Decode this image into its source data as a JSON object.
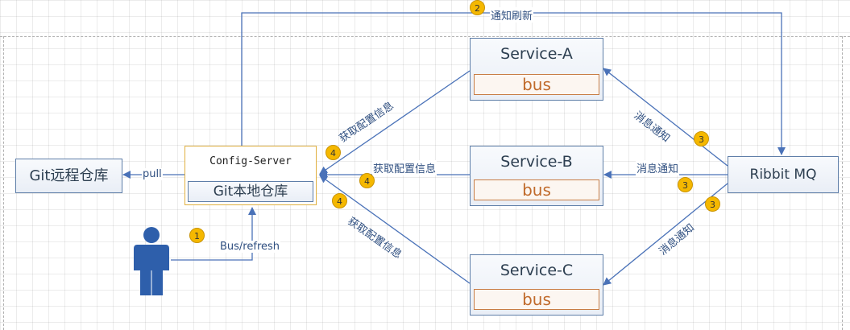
{
  "nodes": {
    "git_remote": "Git远程仓库",
    "config_server": "Config-Server",
    "git_local": "Git本地仓库",
    "service_a": "Service-A",
    "service_b": "Service-B",
    "service_c": "Service-C",
    "bus": "bus",
    "mq": "Ribbit MQ"
  },
  "edges": {
    "pull": "pull",
    "refresh": "Bus/refresh",
    "notify_refresh": "通知刷新",
    "fetch_config": "获取配置信息",
    "message_notify": "消息通知"
  },
  "steps": {
    "one": "1",
    "two": "2",
    "three": "3",
    "four": "4"
  },
  "colors": {
    "line": "#4a72b8",
    "box_border": "#5e7ea8",
    "bus_text": "#c06a2b",
    "badge": "#f5b800",
    "person": "#2e5fab"
  }
}
